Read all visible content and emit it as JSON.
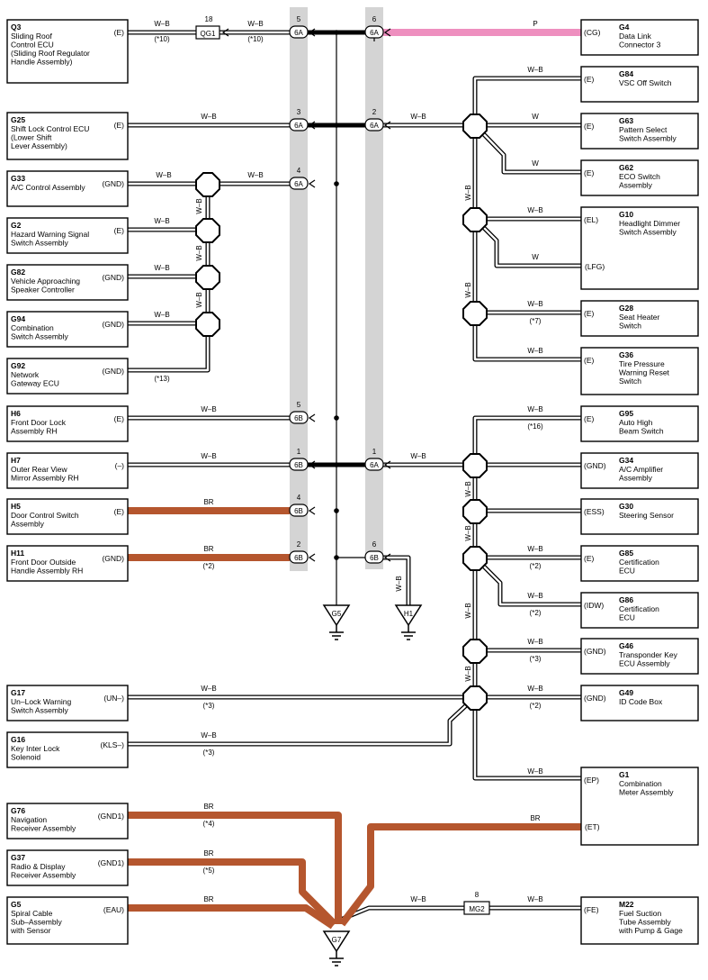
{
  "components": {
    "Q3": {
      "id": "Q3",
      "name": [
        "Sliding Roof",
        "Control ECU",
        "(Sliding Roof Regulator",
        " Handle Assembly)"
      ],
      "pin": "(E)"
    },
    "G25": {
      "id": "G25",
      "name": [
        "Shift Lock Control ECU",
        "(Lower Shift",
        " Lever Assembly)"
      ],
      "pin": "(E)"
    },
    "G33": {
      "id": "G33",
      "name": [
        "A/C Control Assembly"
      ],
      "pin": "(GND)"
    },
    "G2": {
      "id": "G2",
      "name": [
        "Hazard Warning Signal",
        "Switch Assembly"
      ],
      "pin": "(E)"
    },
    "G82": {
      "id": "G82",
      "name": [
        "Vehicle Approaching",
        "Speaker Controller"
      ],
      "pin": "(GND)"
    },
    "G94": {
      "id": "G94",
      "name": [
        "Combination",
        "Switch Assembly"
      ],
      "pin": "(GND)"
    },
    "G92": {
      "id": "G92",
      "name": [
        "Network",
        "Gateway ECU"
      ],
      "pin": "(GND)"
    },
    "H6": {
      "id": "H6",
      "name": [
        "Front Door Lock",
        "Assembly RH"
      ],
      "pin": "(E)"
    },
    "H7": {
      "id": "H7",
      "name": [
        "Outer Rear View",
        "Mirror Assembly RH"
      ],
      "pin": "(–)"
    },
    "H5": {
      "id": "H5",
      "name": [
        "Door Control Switch",
        "Assembly"
      ],
      "pin": "(E)"
    },
    "H11": {
      "id": "H11",
      "name": [
        "Front Door Outside",
        "Handle Assembly RH"
      ],
      "pin": "(GND)"
    },
    "G17": {
      "id": "G17",
      "name": [
        "Un–Lock Warning",
        "Switch Assembly"
      ],
      "pin": "(UN–)"
    },
    "G16": {
      "id": "G16",
      "name": [
        "Key Inter Lock",
        "Solenoid"
      ],
      "pin": "(KLS–)"
    },
    "G76": {
      "id": "G76",
      "name": [
        "Navigation",
        "Receiver Assembly"
      ],
      "pin": "(GND1)"
    },
    "G37": {
      "id": "G37",
      "name": [
        "Radio & Display",
        "Receiver Assembly"
      ],
      "pin": "(GND1)"
    },
    "G5": {
      "id": "G5",
      "name": [
        "Spiral Cable",
        "Sub–Assembly",
        "with Sensor"
      ],
      "pin": "(EAU)"
    },
    "G4": {
      "id": "G4",
      "name": [
        "Data Link",
        "Connector 3"
      ],
      "pin": "(CG)"
    },
    "G84": {
      "id": "G84",
      "name": [
        "VSC Off Switch"
      ],
      "pin": "(E)"
    },
    "G63": {
      "id": "G63",
      "name": [
        "Pattern Select",
        "Switch Assembly"
      ],
      "pin": "(E)"
    },
    "G62": {
      "id": "G62",
      "name": [
        "ECO Switch",
        "Assembly"
      ],
      "pin": "(E)"
    },
    "G10": {
      "id": "G10",
      "name": [
        "Headlight Dimmer",
        "Switch Assembly"
      ],
      "pin": "(EL)",
      "pin2": "(LFG)"
    },
    "G28": {
      "id": "G28",
      "name": [
        "Seat Heater",
        "Switch"
      ],
      "pin": "(E)"
    },
    "G36": {
      "id": "G36",
      "name": [
        "Tire Pressure",
        "Warning Reset",
        "Switch"
      ],
      "pin": "(E)"
    },
    "G95": {
      "id": "G95",
      "name": [
        "Auto High",
        "Beam Switch"
      ],
      "pin": "(E)"
    },
    "G34": {
      "id": "G34",
      "name": [
        "A/C Amplifier",
        "Assembly"
      ],
      "pin": "(GND)"
    },
    "G30": {
      "id": "G30",
      "name": [
        "Steering Sensor"
      ],
      "pin": "(ESS)"
    },
    "G85": {
      "id": "G85",
      "name": [
        "Certification",
        "ECU"
      ],
      "pin": "(E)"
    },
    "G86": {
      "id": "G86",
      "name": [
        "Certification",
        "ECU"
      ],
      "pin": "(IDW)"
    },
    "G46": {
      "id": "G46",
      "name": [
        "Transponder Key",
        "ECU Assembly"
      ],
      "pin": "(GND)"
    },
    "G49": {
      "id": "G49",
      "name": [
        "ID Code Box"
      ],
      "pin": "(GND)"
    },
    "G1": {
      "id": "G1",
      "name": [
        "Combination",
        "Meter Assembly"
      ],
      "pin": "(EP)",
      "pin2": "(ET)"
    },
    "M22": {
      "id": "M22",
      "name": [
        "Fuel Suction",
        "Tube Assembly",
        "with Pump & Gage"
      ],
      "pin": "(FE)"
    }
  },
  "wire_colors": {
    "wb": "W–B",
    "w": "W",
    "br": "BR",
    "p": "P"
  },
  "notes": {
    "n10": "(*10)",
    "n13": "(*13)",
    "n16": "(*16)",
    "n7": "(*7)",
    "n2": "(*2)",
    "n3": "(*3)",
    "n4": "(*4)",
    "n5": "(*5)"
  },
  "connectors": {
    "c6A": "6A",
    "c6B": "6B",
    "QG1": "QG1",
    "MG2": "MG2",
    "pins": {
      "p18": "18",
      "p5": "5",
      "p6": "6",
      "p3": "3",
      "p2": "2",
      "p4": "4",
      "p1": "1",
      "p8": "8"
    }
  },
  "grounds": {
    "g5": "G5",
    "h1": "H1",
    "g7": "G7"
  },
  "colors": {
    "brown": "#b5562e",
    "pink": "#ee8fbf",
    "band": "#d4d4d4",
    "wire": "#000000"
  }
}
